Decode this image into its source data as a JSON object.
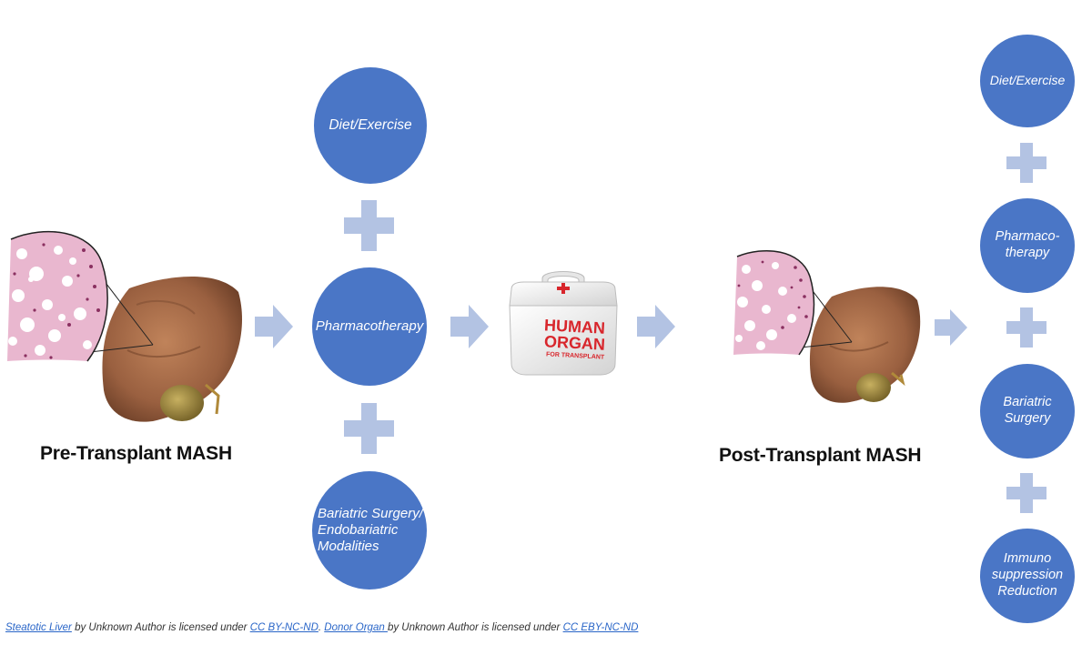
{
  "colors": {
    "circle": "#4a76c6",
    "connector": "#b3c3e3",
    "link": "#2a66c8"
  },
  "pre_transplant": {
    "caption": "Pre-Transplant MASH",
    "interventions": [
      "Diet/Exercise",
      "Pharmacotherapy",
      "Bariatric Surgery/\nEndobariatric\nModalities"
    ]
  },
  "organ_box": {
    "line1": "HUMAN",
    "line2": "ORGAN",
    "line3": "FOR TRANSPLANT"
  },
  "post_transplant": {
    "caption": "Post-Transplant MASH",
    "interventions": [
      "Diet/Exercise",
      "Pharmaco-\ntherapy",
      "Bariatric\nSurgery",
      "Immuno\nsuppression\nReduction"
    ]
  },
  "attribution": {
    "link1": "Steatotic Liver",
    "text1": " by Unknown Author is licensed under ",
    "link2": "CC BY-NC-ND",
    "sep": ". ",
    "link3": "Donor Organ ",
    "text2": " by Unknown Author is licensed under ",
    "link4": "CC EBY-NC-ND"
  }
}
